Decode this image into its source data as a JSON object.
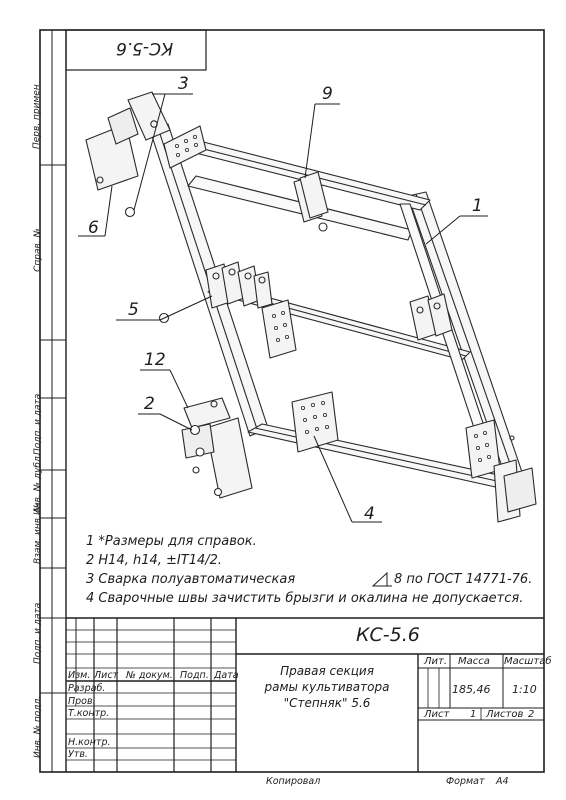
{
  "drawing": {
    "code_rotated": "КС-5.6",
    "callouts": [
      "3",
      "9",
      "1",
      "6",
      "5",
      "12",
      "2",
      "4"
    ]
  },
  "notes": [
    "1 *Размеры для справок.",
    "2 H14, h14, ±IT14/2.",
    "3 Сварка полуавтоматическая",
    "8 по ГОСТ 14771-76.",
    "4 Сварочные  швы зачистить брызги и окалина не допускается."
  ],
  "side_labels": {
    "perv_primen": "Перв. примен",
    "sprav_no": "Справ. №",
    "podp_data_1": "Подп. и дата",
    "inv_dubl": "Инв. № дубл.",
    "vzam_inv": "Взам. инв. №",
    "podp_data_2": "Подп. и дата",
    "inv_podl": "Инв. № подл."
  },
  "title_block": {
    "code": "КС-5.6",
    "title_lines": [
      "Правая секция",
      "рамы культиватора",
      "\"Степняк\" 5.6"
    ],
    "col_izm": "Изм.",
    "col_list": "Лист",
    "col_dokum": "№ докум.",
    "col_podp": "Подп.",
    "col_data": "Дата",
    "razrab": "Разраб.",
    "prov": "Пров.",
    "tkontr": "Т.контр.",
    "nkontr": "Н.контр.",
    "utv": "Утв.",
    "lit_label": "Лит.",
    "massa_label": "Масса",
    "masshtab_label": "Масштаб",
    "massa_value": "185,46",
    "masshtab_value": "1:10",
    "list_label": "Лист",
    "list_value": "1",
    "listov_label": "Листов",
    "listov_value": "2"
  },
  "footer": {
    "kopiroval": "Копировал",
    "format_label": "Формат",
    "format_value": "А4"
  }
}
